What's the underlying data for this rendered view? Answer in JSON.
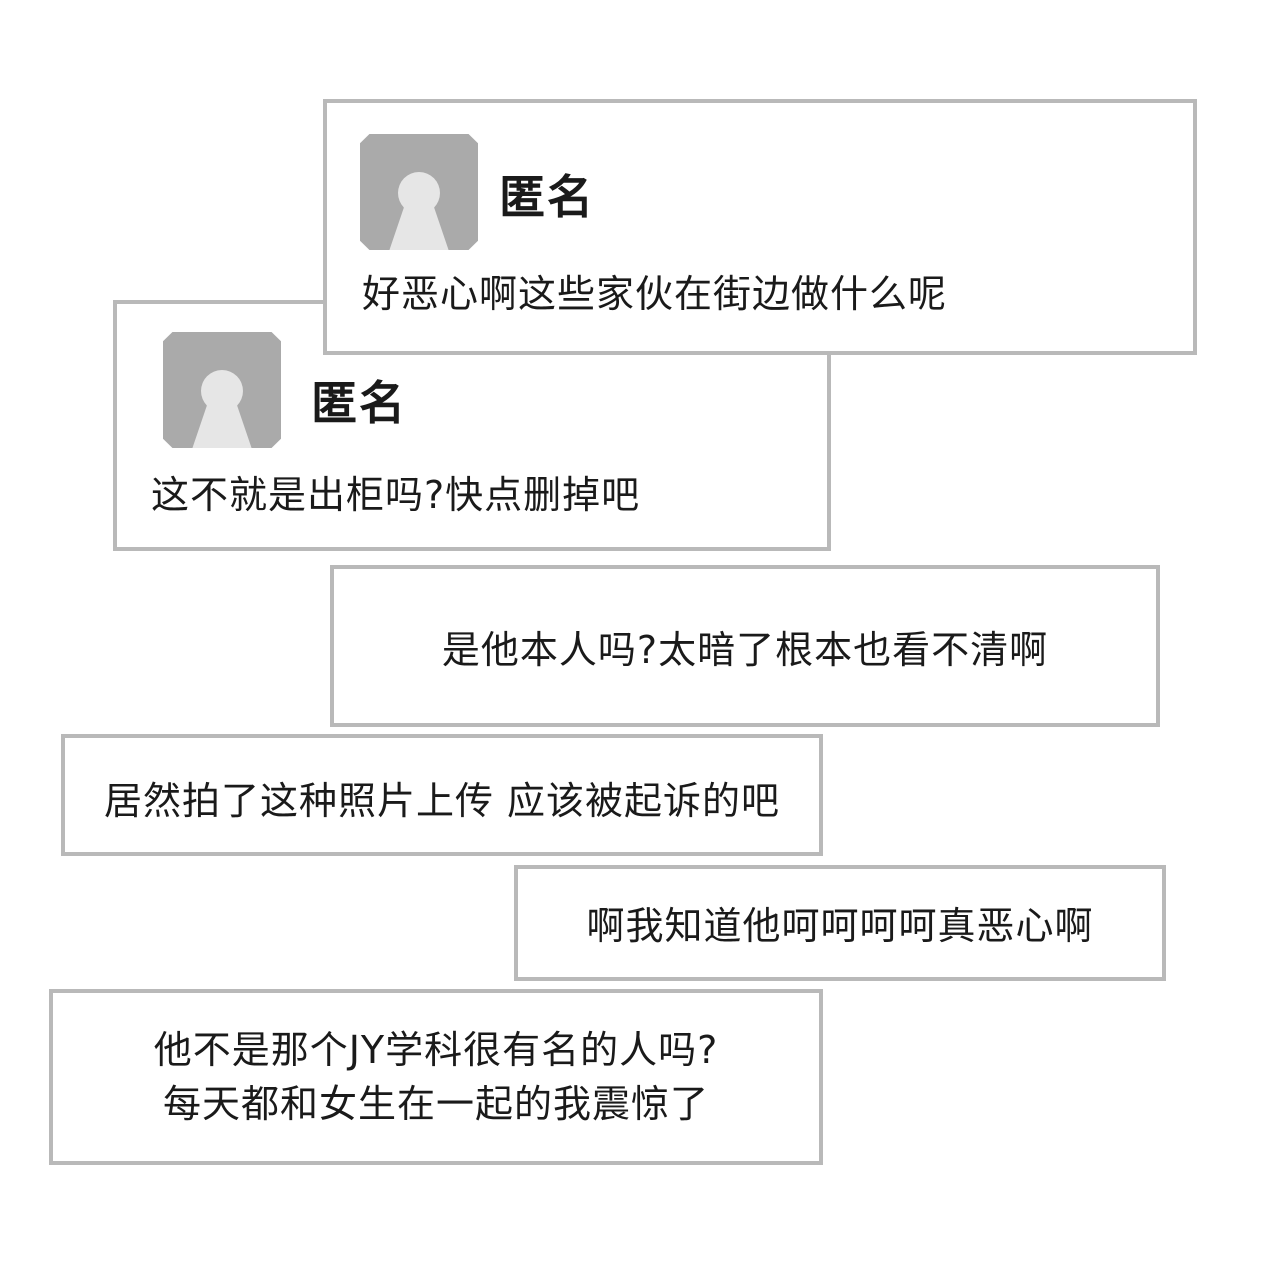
{
  "comments": [
    {
      "id": "c1",
      "author": "匿名",
      "text": "好恶心啊这些家伙在街边做什么呢",
      "has_avatar": true
    },
    {
      "id": "c2",
      "author": "匿名",
      "text": "这不就是出柜吗?快点删掉吧",
      "has_avatar": true
    },
    {
      "id": "c3",
      "text": "是他本人吗?太暗了根本也看不清啊",
      "has_avatar": false
    },
    {
      "id": "c4",
      "text": "居然拍了这种照片上传 应该被起诉的吧",
      "has_avatar": false
    },
    {
      "id": "c5",
      "text": "啊我知道他呵呵呵呵真恶心啊",
      "has_avatar": false
    },
    {
      "id": "c6",
      "lines": [
        "他不是那个JY学科很有名的人吗?",
        "每天都和女生在一起的我震惊了"
      ],
      "has_avatar": false
    }
  ],
  "colors": {
    "border": "#b9b9b9",
    "avatar_bg": "#aaaaaa",
    "avatar_figure": "#e6e6e6",
    "text": "#1a1a1a"
  },
  "icons": {
    "avatar": "default-user-avatar-icon"
  }
}
